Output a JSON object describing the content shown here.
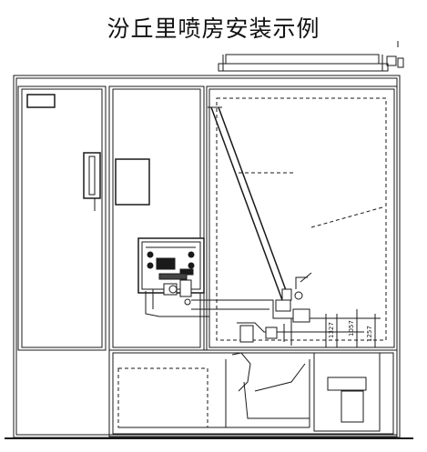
{
  "title": "汾丘里喷房安装示例",
  "diagram": {
    "type": "installation-drawing",
    "line_color": "#1a1a1a",
    "dimension_labels": [
      "1327",
      "1057",
      "1257"
    ]
  }
}
